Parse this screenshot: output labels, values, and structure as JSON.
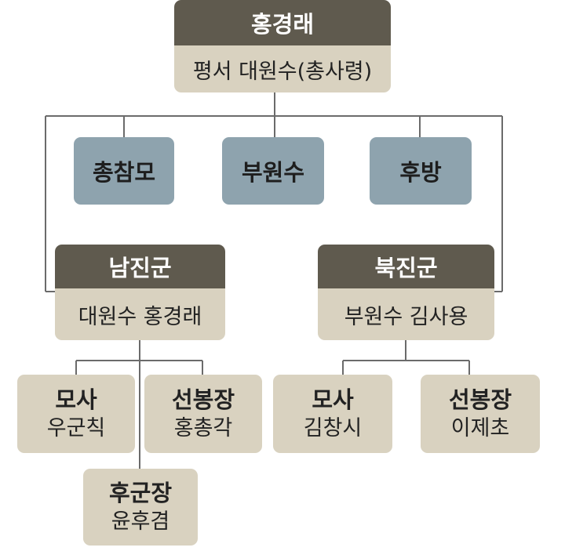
{
  "commander": {
    "name": "홍경래",
    "title": "평서 대원수(총사령)"
  },
  "staff": [
    {
      "label": "총참모"
    },
    {
      "label": "부원수"
    },
    {
      "label": "후방"
    }
  ],
  "armies": {
    "south": {
      "name": "남진군",
      "leader": "대원수 홍경래"
    },
    "north": {
      "name": "북진군",
      "leader": "부원수 김사용"
    }
  },
  "units": {
    "south_mosa": {
      "role": "모사",
      "name": "우군칙"
    },
    "south_vanguard": {
      "role": "선봉장",
      "name": "홍총각"
    },
    "south_rear": {
      "role": "후군장",
      "name": "윤후겸"
    },
    "north_mosa": {
      "role": "모사",
      "name": "김창시"
    },
    "north_vanguard": {
      "role": "선봉장",
      "name": "이제초"
    }
  },
  "colors": {
    "header": "#5f5a4e",
    "tan": "#d9d2c0",
    "staff_blue": "#8ea3ae",
    "line": "#6b6b6b"
  }
}
